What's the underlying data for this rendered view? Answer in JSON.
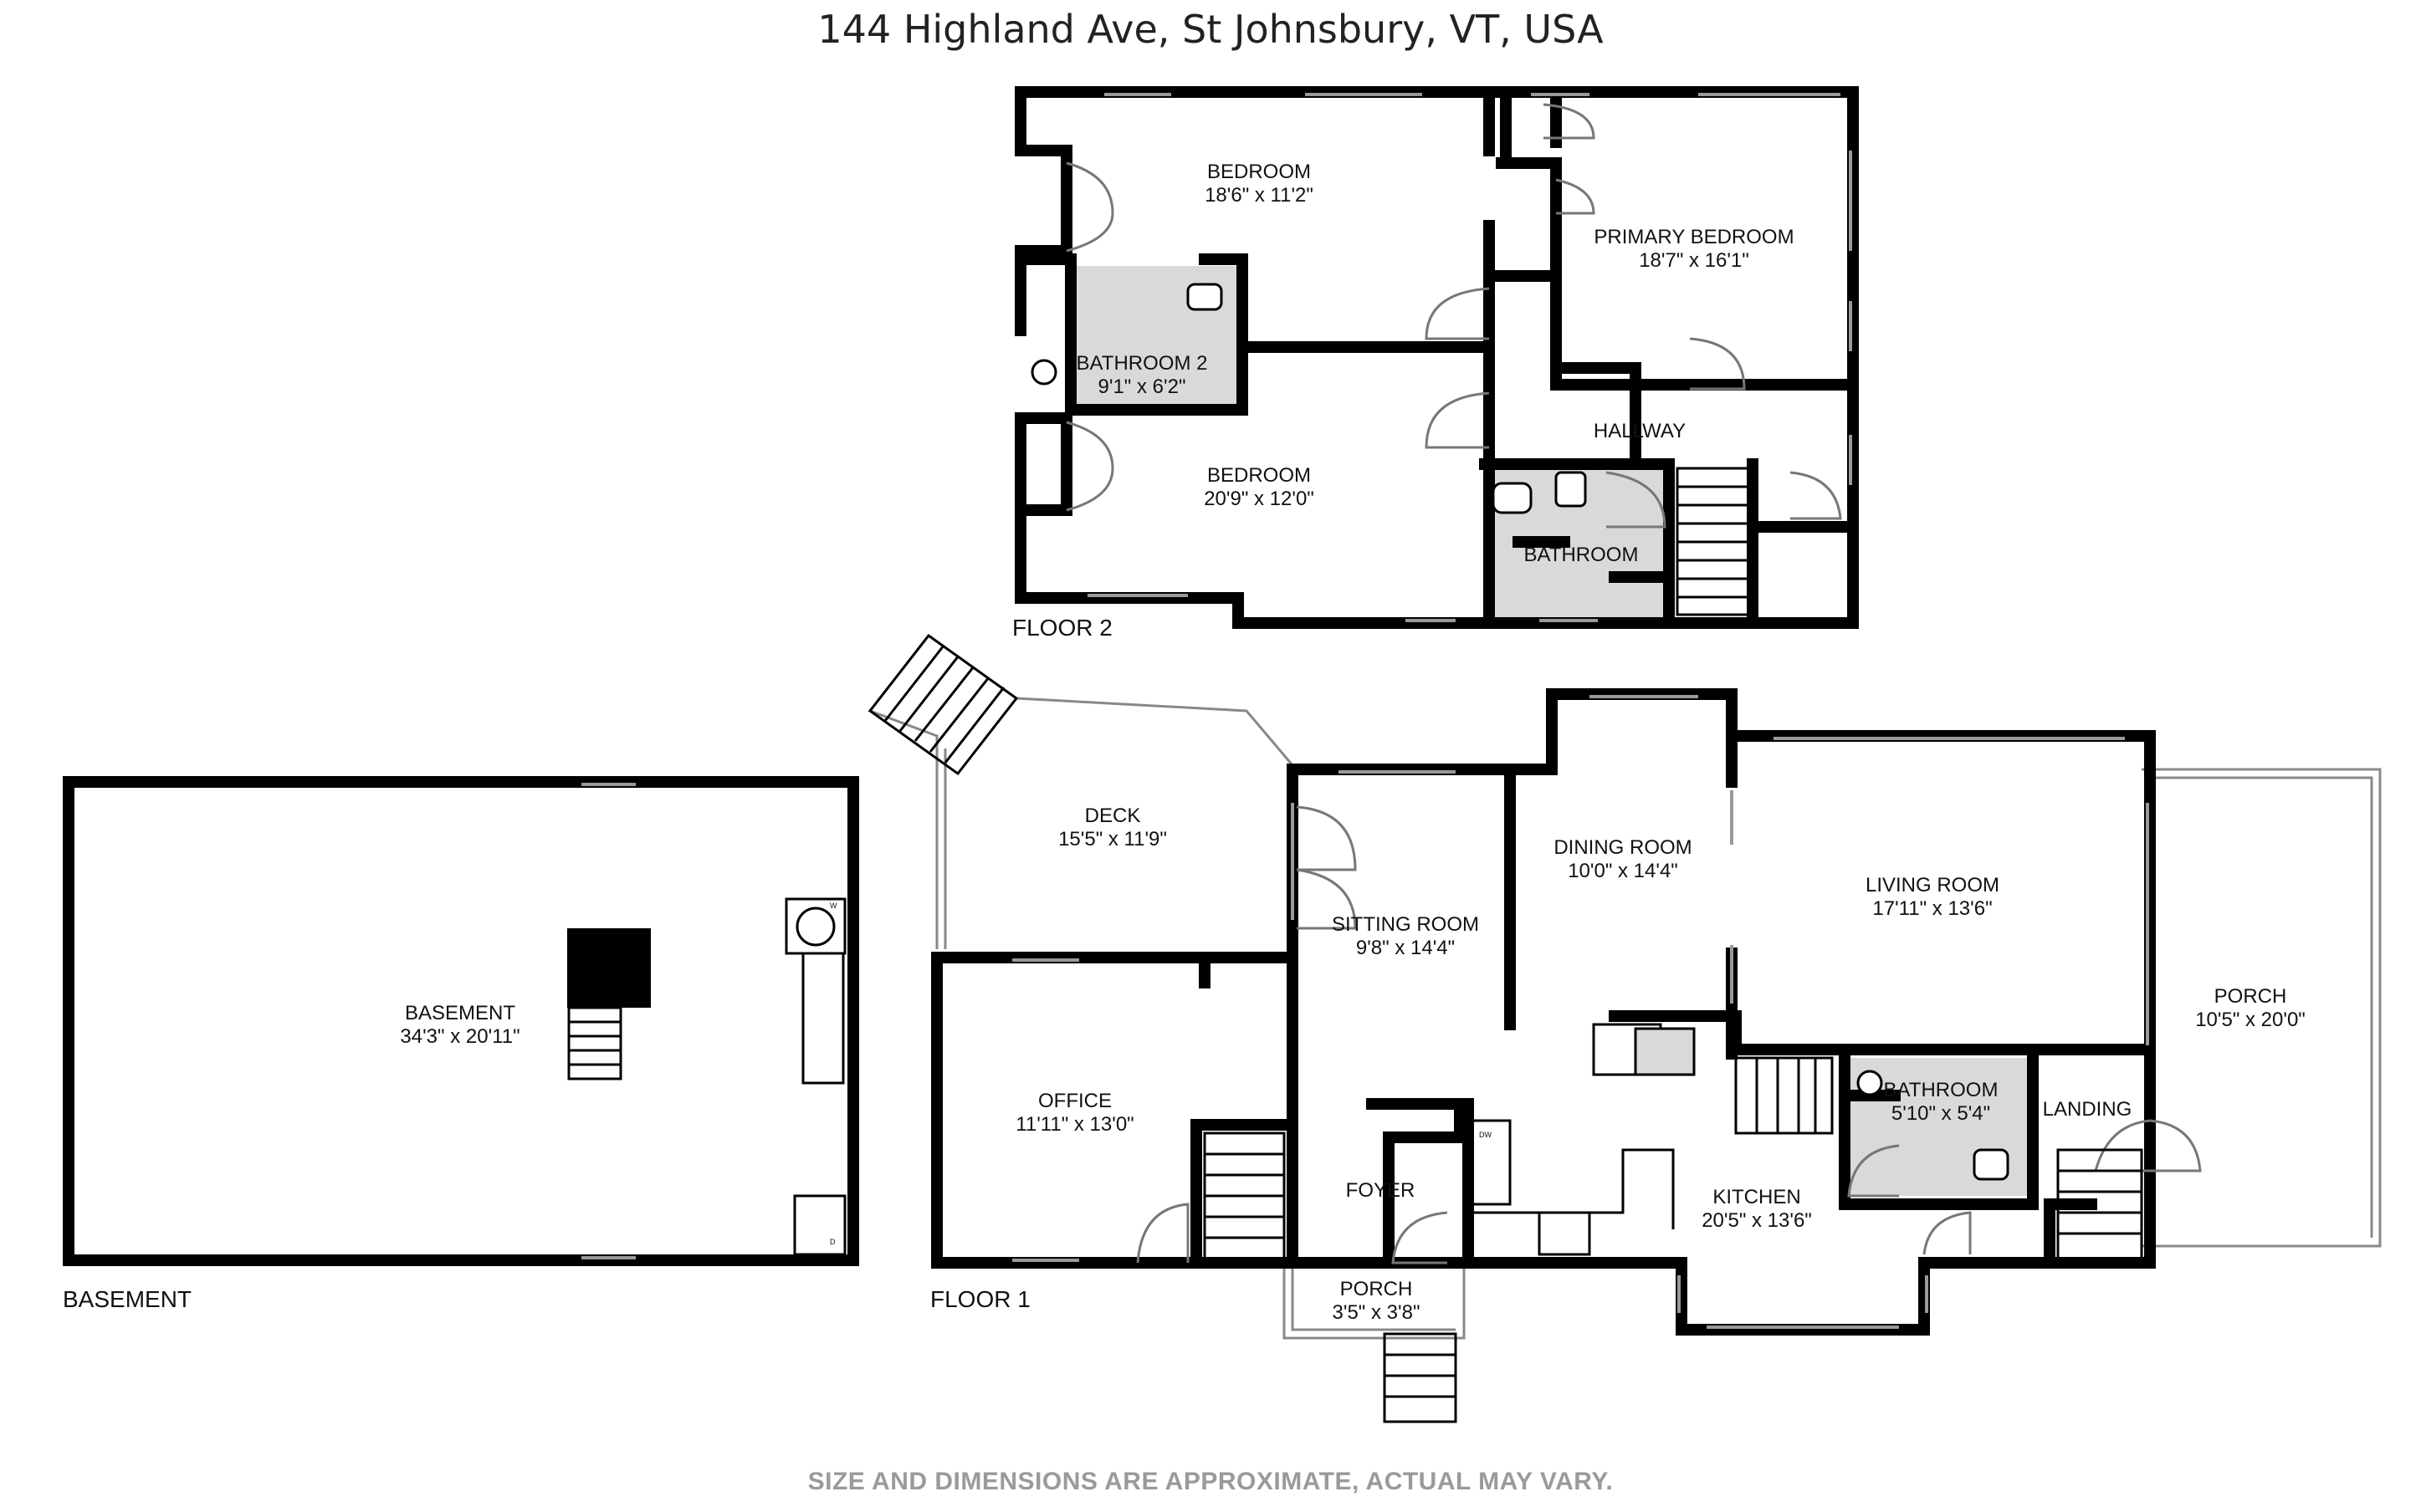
{
  "title": "144 Highland Ave, St Johnsbury, VT, USA",
  "footer": "SIZE AND DIMENSIONS ARE APPROXIMATE, ACTUAL MAY VARY.",
  "colors": {
    "wall": "#000000",
    "wet_room": "#d9d9d9",
    "thin_line": "#888888",
    "text": "#111111",
    "footer": "#9a9a9a"
  },
  "floors": {
    "floor2": {
      "label": "FLOOR 2"
    },
    "floor1": {
      "label": "FLOOR 1"
    },
    "basement": {
      "label": "BASEMENT"
    }
  },
  "rooms": {
    "bedroom_a": {
      "name": "BEDROOM",
      "size": "18'6\" x 11'2\""
    },
    "primary_bedroom": {
      "name": "PRIMARY BEDROOM",
      "size": "18'7\" x 16'1\""
    },
    "bathroom_2": {
      "name": "BATHROOM 2",
      "size": "9'1\" x 6'2\""
    },
    "bedroom_b": {
      "name": "BEDROOM",
      "size": "20'9\" x 12'0\""
    },
    "hallway": {
      "name": "HALLWAY"
    },
    "bathroom_f2": {
      "name": "BATHROOM"
    },
    "deck": {
      "name": "DECK",
      "size": "15'5\" x 11'9\""
    },
    "sitting_room": {
      "name": "SITTING ROOM",
      "size": "9'8\" x 14'4\""
    },
    "dining_room": {
      "name": "DINING ROOM",
      "size": "10'0\" x 14'4\""
    },
    "living_room": {
      "name": "LIVING ROOM",
      "size": "17'11\" x 13'6\""
    },
    "porch_side": {
      "name": "PORCH",
      "size": "10'5\" x 20'0\""
    },
    "office": {
      "name": "OFFICE",
      "size": "11'11\" x 13'0\""
    },
    "foyer": {
      "name": "FOYER"
    },
    "bathroom_f1": {
      "name": "BATHROOM",
      "size": "5'10\" x 5'4\""
    },
    "landing": {
      "name": "LANDING"
    },
    "kitchen": {
      "name": "KITCHEN",
      "size": "20'5\" x 13'6\""
    },
    "porch_front": {
      "name": "PORCH",
      "size": "3'5\" x 3'8\""
    },
    "basement": {
      "name": "BASEMENT",
      "size": "34'3\" x 20'11\""
    }
  },
  "appliance_labels": {
    "washer": "W",
    "dryer": "D",
    "dishwasher": "DW"
  }
}
